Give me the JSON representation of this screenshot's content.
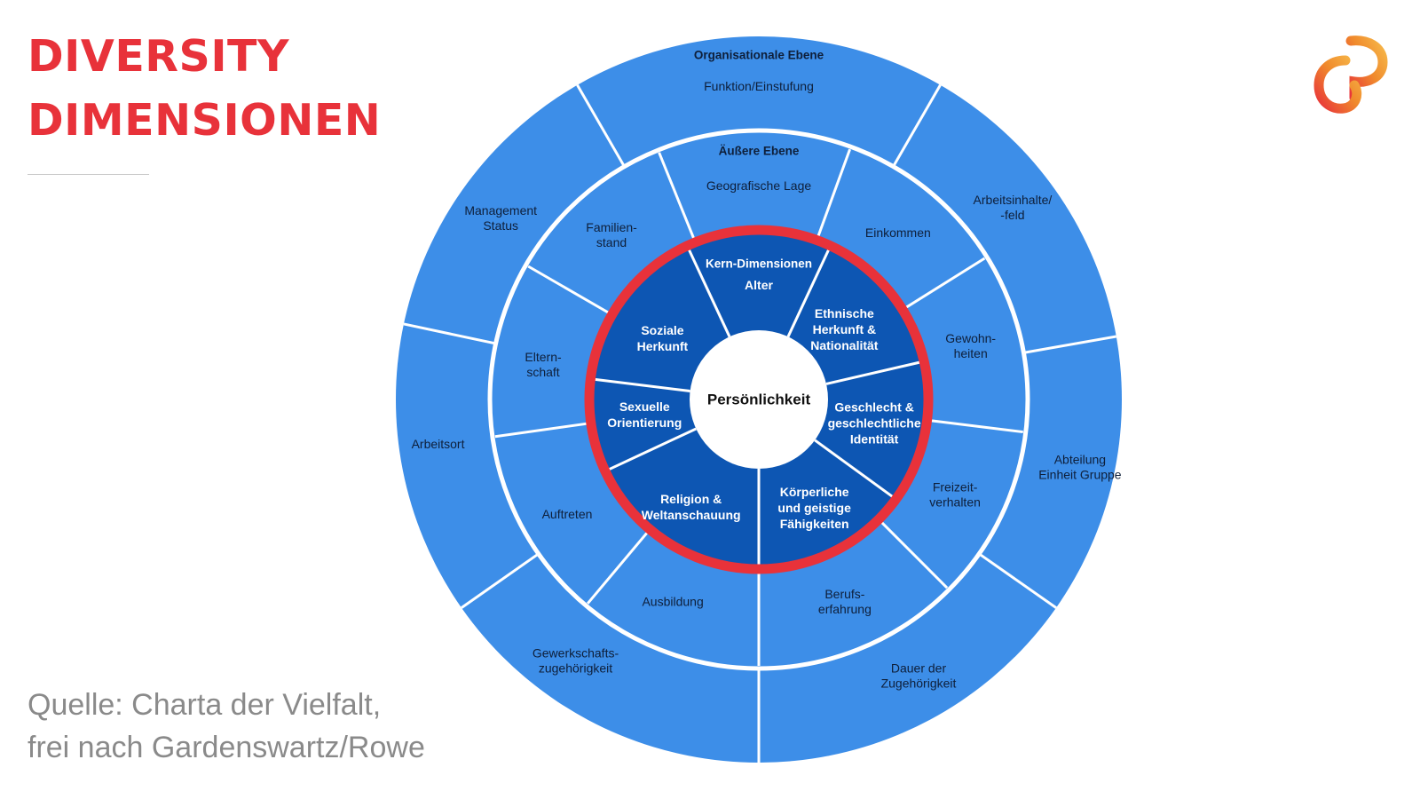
{
  "slide": {
    "title_line1": "DIVERSITY",
    "title_line2": "DIMENSIONEN",
    "source_line1": "Quelle: Charta der Vielfalt,",
    "source_line2": "frei nach Gardenswartz/Rowe"
  },
  "logo": {
    "icon": "brand-logo-icon",
    "colors": [
      "#e8323a",
      "#f08a2c",
      "#f6b84a"
    ]
  },
  "colors": {
    "title": "#e8323a",
    "outer_ring": "#3d8ee8",
    "middle_ring": "#3d8ee8",
    "core_ring": "#0d56b3",
    "core_border": "#e8323a",
    "separator": "#ffffff",
    "center": "#ffffff",
    "source_text": "#8a8a8a"
  },
  "diagram": {
    "center": "Persönlichkeit",
    "core": {
      "heading": "Kern-Dimensionen",
      "segments": [
        {
          "label": [
            "Alter"
          ]
        },
        {
          "label": [
            "Ethnische",
            "Herkunft &",
            "Nationalität"
          ]
        },
        {
          "label": [
            "Geschlecht &",
            "geschlechtliche",
            "Identität"
          ]
        },
        {
          "label": [
            "Körperliche",
            "und geistige",
            "Fähigkeiten"
          ]
        },
        {
          "label": [
            "Religion &",
            "Weltanschauung"
          ]
        },
        {
          "label": [
            "Sexuelle",
            "Orientierung"
          ]
        },
        {
          "label": [
            "Soziale",
            "Herkunft"
          ]
        }
      ]
    },
    "external": {
      "heading": "Äußere Ebene",
      "segments": [
        {
          "label": [
            "Geografische Lage"
          ]
        },
        {
          "label": [
            "Einkommen"
          ]
        },
        {
          "label": [
            "Gewohn-",
            "heiten"
          ]
        },
        {
          "label": [
            "Freizeit-",
            "verhalten"
          ]
        },
        {
          "label": [
            "Berufs-",
            "erfahrung"
          ]
        },
        {
          "label": [
            "Ausbildung"
          ]
        },
        {
          "label": [
            "Auftreten"
          ]
        },
        {
          "label": [
            "Eltern-",
            "schaft"
          ]
        },
        {
          "label": [
            "Familien-",
            "stand"
          ]
        }
      ]
    },
    "organizational": {
      "heading": "Organisationale Ebene",
      "segments": [
        {
          "label": [
            "Funktion/Einstufung"
          ]
        },
        {
          "label": [
            "Arbeitsinhalte/",
            "-feld"
          ]
        },
        {
          "label": [
            "Abteilung",
            "Einheit Gruppe"
          ]
        },
        {
          "label": [
            "Dauer der",
            "Zugehörigkeit"
          ]
        },
        {
          "label": [
            "Gewerkschafts-",
            "zugehörigkeit"
          ]
        },
        {
          "label": [
            "Arbeitsort"
          ]
        },
        {
          "label": [
            "Management",
            "Status"
          ]
        }
      ]
    }
  }
}
